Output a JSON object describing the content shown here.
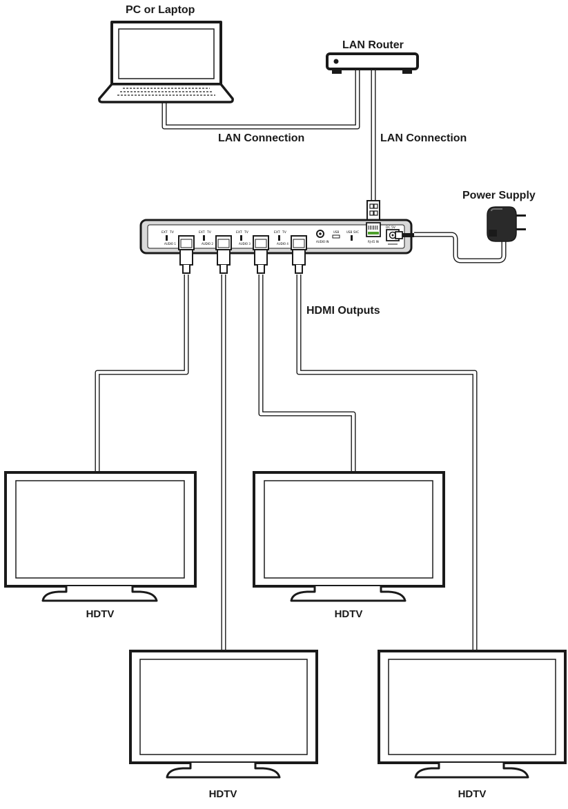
{
  "labels": {
    "pc": "PC or Laptop",
    "router": "LAN Router",
    "lan_left": "LAN Connection",
    "lan_right": "LAN Connection",
    "power": "Power Supply",
    "hdmi_outputs": "HDMI Outputs",
    "tvs": [
      "HDTV",
      "HDTV",
      "HDTV",
      "HDTV"
    ]
  },
  "device_panel": {
    "ports": [
      "AUDIO 1",
      "AUDIO 2",
      "AUDIO 3",
      "AUDIO 4"
    ],
    "switch_labels": [
      "EXT",
      "TV"
    ],
    "audio_in": "AUDIO IN",
    "usb": "USB",
    "usb_sw": [
      "USB",
      "SVC"
    ],
    "rj45": "RJ-45 IN",
    "dc": "DC 5V"
  },
  "colors": {
    "stroke": "#1a1a1a",
    "panel": "#d9d9d9",
    "background": "#ffffff"
  },
  "icons": [
    "laptop-icon",
    "router-icon",
    "power-adapter-icon",
    "hdtv-icon",
    "hdmi-connector-icon",
    "rj45-connector-icon"
  ]
}
